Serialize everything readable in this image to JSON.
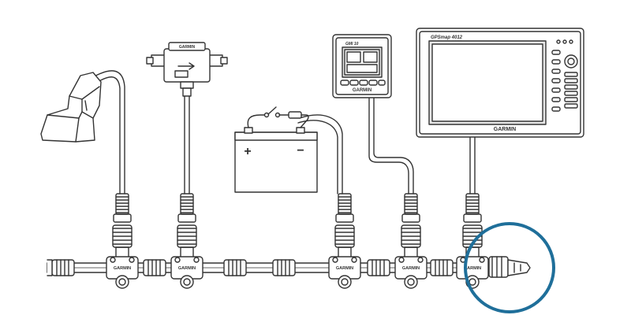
{
  "devices": {
    "chartplotter": {
      "model": "GPSmap 4012",
      "brand": "GARMIN"
    },
    "instrument": {
      "model": "GMI 10",
      "brand": "GARMIN"
    },
    "sensor": {
      "brand": "GARMIN"
    },
    "battery": {
      "positive": "+",
      "negative": "−"
    }
  },
  "backbone": {
    "tee_brand": "GARMIN",
    "tee_count": 5
  },
  "colors": {
    "line": "#333333",
    "fill": "#ffffff",
    "screen": "#e6e6e6",
    "highlight": "#1f6f9a"
  }
}
